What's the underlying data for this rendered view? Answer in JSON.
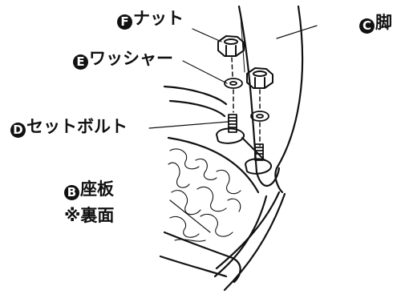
{
  "labels": {
    "f": {
      "letter": "F",
      "text": "ナット"
    },
    "e": {
      "letter": "E",
      "text": "ワッシャー"
    },
    "d": {
      "letter": "D",
      "text": "セットボルト"
    },
    "c": {
      "letter": "C",
      "text": "脚"
    },
    "b": {
      "letter": "B",
      "text": "座板",
      "note": "※裏面"
    }
  }
}
